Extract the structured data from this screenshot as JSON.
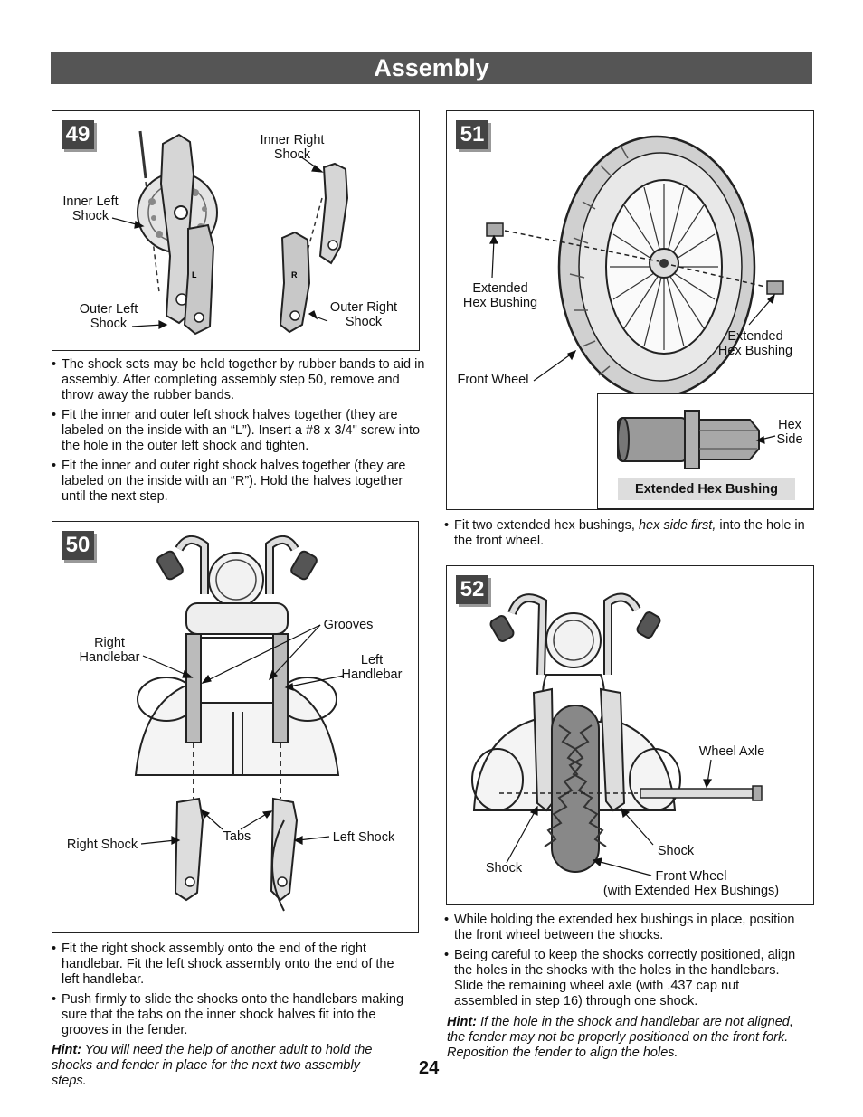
{
  "page": {
    "title": "Assembly",
    "page_number": "24"
  },
  "step49": {
    "number": "49",
    "labels": {
      "inner_right_shock": "Inner Right\nShock",
      "inner_left_shock": "Inner Left\nShock",
      "outer_left_shock": "Outer Left\nShock",
      "outer_right_shock": "Outer Right\nShock",
      "mark_l": "L",
      "mark_r": "R"
    },
    "bullets": [
      "The shock sets may be held together by rubber bands to aid in assembly. After completing assembly step 50, remove and throw away the rubber bands.",
      "Fit the inner and outer left shock halves together (they are labeled on the inside with an “L”). Insert a #8 x 3/4\" screw into the hole in the outer left shock and tighten.",
      "Fit the inner and outer right shock halves together (they are labeled on the inside with an “R”). Hold the halves together until the next step."
    ]
  },
  "step50": {
    "number": "50",
    "labels": {
      "right_handlebar": "Right\nHandlebar",
      "grooves": "Grooves",
      "left_handlebar": "Left\nHandlebar",
      "right_shock": "Right Shock",
      "tabs": "Tabs",
      "left_shock": "Left Shock"
    },
    "bullets": [
      "Fit the right shock assembly onto the end of the right handlebar. Fit the left shock assembly onto the end of the left handlebar.",
      "Push firmly to slide the shocks onto the handlebars making sure that the tabs on the inner shock halves fit into the grooves in the fender."
    ],
    "hint_label": "Hint:",
    "hint_text": "You will need the help of another adult to hold the shocks and fender in place for the next two assembly steps."
  },
  "step51": {
    "number": "51",
    "labels": {
      "extended_hex_bushing_left": "Extended\nHex Bushing",
      "extended_hex_bushing_right": "Extended\nHex Bushing",
      "front_wheel": "Front Wheel",
      "hex_side": "Hex\nSide",
      "caption": "Extended Hex Bushing"
    },
    "bullet_pre": "Fit two extended hex bushings, ",
    "bullet_em": "hex side first,",
    "bullet_post": " into the hole in the front wheel."
  },
  "step52": {
    "number": "52",
    "labels": {
      "wheel_axle": "Wheel Axle",
      "shock_right": "Shock",
      "shock_left": "Shock",
      "front_wheel": "Front Wheel\n(with Extended Hex Bushings)"
    },
    "bullets": [
      "While holding the extended hex bushings in place, position the front wheel between the shocks.",
      "Being careful to keep the shocks correctly positioned, align the holes in the shocks with the holes in the handlebars. Slide the remaining wheel axle (with .437 cap nut assembled in step 16) through one shock."
    ],
    "hint_label": "Hint:",
    "hint_text": "If the hole in the shock and handlebar are not aligned, the fender may not be properly positioned on the front fork. Reposition the fender to align the holes."
  }
}
